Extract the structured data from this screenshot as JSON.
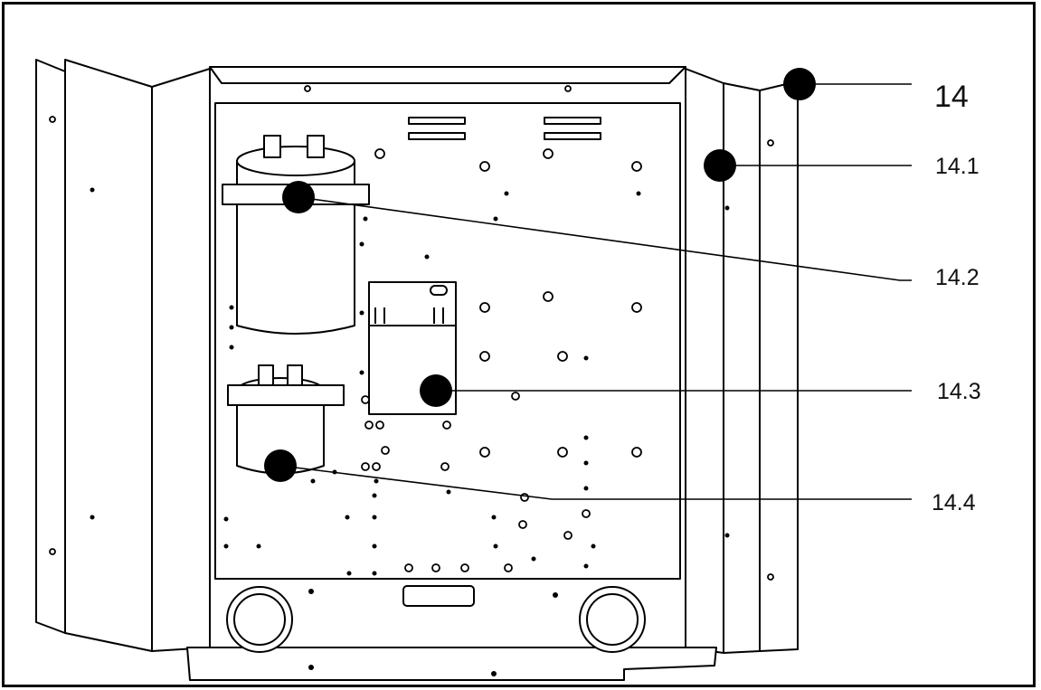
{
  "callouts": [
    {
      "id": "14",
      "label": "14"
    },
    {
      "id": "14.1",
      "label": "14.1"
    },
    {
      "id": "14.2",
      "label": "14.2"
    },
    {
      "id": "14.3",
      "label": "14.3"
    },
    {
      "id": "14.4",
      "label": "14.4"
    }
  ],
  "colors": {
    "line": "#000000",
    "fill": "#ffffff",
    "marker": "#000000"
  }
}
